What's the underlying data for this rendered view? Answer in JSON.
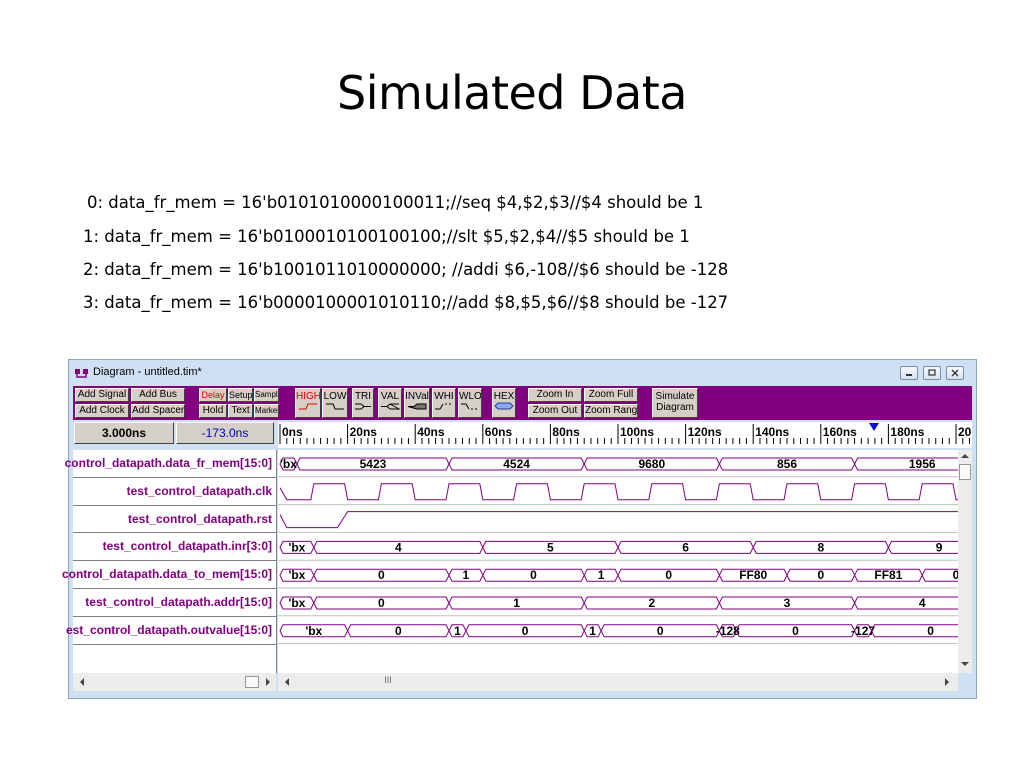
{
  "slide": {
    "title": "Simulated Data",
    "lines": [
      "0: data_fr_mem = 16'b0101010000100011;//seq $4,$2,$3//$4 should be 1",
      "1: data_fr_mem = 16'b0100010100100100;//slt $5,$2,$4//$5 should be 1",
      "2: data_fr_mem = 16'b1001011010000000; //addi $6,-108//$6 should be -128",
      "3: data_fr_mem = 16'b0000100001010110;//add $8,$5,$6//$8 should be -127"
    ]
  },
  "window": {
    "title": "Diagram - untitled.tim*",
    "icon": "diagram-app-icon",
    "controls": [
      "minimize-icon",
      "restore-icon",
      "close-icon"
    ]
  },
  "toolbar": {
    "add_signal": "Add Signal",
    "add_bus": "Add Bus",
    "add_clock": "Add Clock",
    "add_spacer": "Add Spacer",
    "delay": "Delay",
    "setup": "Setup",
    "sample": "Sample",
    "hold": "Hold",
    "text": "Text",
    "marker": "Marker",
    "high": "HIGH",
    "low": "LOW",
    "tri": "TRI",
    "val": "VAL",
    "inval": "INVal",
    "whi": "WHI",
    "wlo": "WLO",
    "hex": "HEX",
    "zoom_in": "Zoom In",
    "zoom_out": "Zoom Out",
    "zoom_full": "Zoom Full",
    "zoom_range": "Zoom Range",
    "simulate_1": "Simulate",
    "simulate_2": "Diagram",
    "accent": "#800080"
  },
  "times": {
    "cursor": "3.000ns",
    "delta": "-173.0ns"
  },
  "ruler": [
    "0ns",
    "20ns",
    "40ns",
    "60ns",
    "80ns",
    "100ns",
    "120ns",
    "140ns",
    "160ns",
    "180ns",
    "20"
  ],
  "signals": [
    "control_datapath.data_fr_mem[15:0]",
    "test_control_datapath.clk",
    "test_control_datapath.rst",
    "test_control_datapath.inr[3:0]",
    "control_datapath.data_to_mem[15:0]",
    "test_control_datapath.addr[15:0]",
    "est_control_datapath.outvalue[15:0]"
  ],
  "buses": [
    {
      "row": 0,
      "segments": [
        [
          "'bx",
          0,
          5
        ],
        [
          "5423",
          5,
          50
        ],
        [
          "4524",
          50,
          90
        ],
        [
          "9680",
          90,
          130
        ],
        [
          "856",
          130,
          170
        ],
        [
          "1956",
          170,
          210
        ]
      ]
    },
    {
      "row": 3,
      "segments": [
        [
          "'bx",
          0,
          10
        ],
        [
          "4",
          10,
          60
        ],
        [
          "5",
          60,
          100
        ],
        [
          "6",
          100,
          140
        ],
        [
          "8",
          140,
          180
        ],
        [
          "9",
          180,
          210
        ]
      ]
    },
    {
      "row": 4,
      "segments": [
        [
          "'bx",
          0,
          10
        ],
        [
          "0",
          10,
          50
        ],
        [
          "1",
          50,
          60
        ],
        [
          "0",
          60,
          90
        ],
        [
          "1",
          90,
          100
        ],
        [
          "0",
          100,
          130
        ],
        [
          "FF80",
          130,
          150
        ],
        [
          "0",
          150,
          170
        ],
        [
          "FF81",
          170,
          190
        ],
        [
          "0",
          190,
          210
        ]
      ]
    },
    {
      "row": 5,
      "segments": [
        [
          "'bx",
          0,
          10
        ],
        [
          "0",
          10,
          50
        ],
        [
          "1",
          50,
          90
        ],
        [
          "2",
          90,
          130
        ],
        [
          "3",
          130,
          170
        ],
        [
          "4",
          170,
          210
        ]
      ]
    },
    {
      "row": 6,
      "segments": [
        [
          "'bx",
          0,
          20
        ],
        [
          "0",
          20,
          50
        ],
        [
          "1",
          50,
          55
        ],
        [
          "0",
          55,
          90
        ],
        [
          "1",
          90,
          95
        ],
        [
          "0",
          95,
          130
        ],
        [
          "-128",
          130,
          135
        ],
        [
          "0",
          135,
          170
        ],
        [
          "-127",
          170,
          175
        ],
        [
          "0",
          175,
          210
        ]
      ]
    }
  ],
  "scroll_thumb": "III"
}
